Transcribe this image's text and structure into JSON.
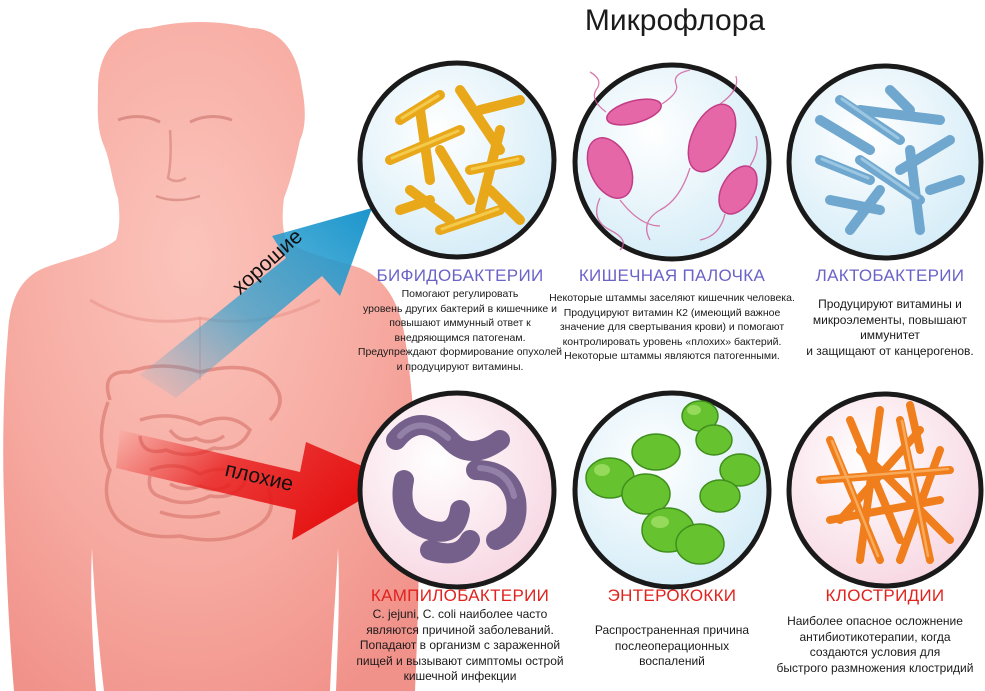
{
  "title": "Микрофлора",
  "arrows": {
    "good_label": "хорошие",
    "bad_label": "плохие",
    "good_color": "#2aa0d0",
    "bad_color": "#e81c1c"
  },
  "bacteria": [
    {
      "name": "БИФИДОБАКТЕРИИ",
      "kind": "good",
      "desc": [
        "Помогают регулировать",
        "уровень других бактерий в кишечнике и",
        "повышают иммунный ответ к",
        "внедряющимся патогенам.",
        "Предупреждают формирование опухолей",
        "и продуцируют витамины."
      ]
    },
    {
      "name": "КИШЕЧНАЯ ПАЛОЧКА",
      "kind": "good",
      "desc": [
        "Некоторые штаммы заселяют кишечник человека.",
        "Продуцируют витамин К2 (имеющий важное",
        "значение для свертывания крови) и помогают",
        "контролировать уровень «плохих» бактерий.",
        "Некоторые штаммы являются патогенными."
      ]
    },
    {
      "name": "ЛАКТОБАКТЕРИИ",
      "kind": "good",
      "desc": [
        "Продуцируют витамины и",
        "микроэлементы, повышают",
        "иммунитет",
        "и защищают от канцерогенов."
      ]
    },
    {
      "name": "КАМПИЛОБАКТЕРИИ",
      "kind": "bad",
      "desc": [
        "C. jejuni, C. coli наиболее часто",
        "являются причиной заболеваний.",
        "Попадают в организм с зараженной",
        "пищей и вызывают симптомы острой",
        "кишечной инфекции"
      ]
    },
    {
      "name": "ЭНТЕРОКОККИ",
      "kind": "bad",
      "desc": [
        "Распространенная причина",
        "послеоперационных",
        "воспалений"
      ]
    },
    {
      "name": "КЛОСТРИДИИ",
      "kind": "bad",
      "desc": [
        "Наиболее опасное осложнение",
        "антибиотикотерапии, когда",
        "создаются условия для",
        "быстрого размножения клостридий"
      ]
    }
  ],
  "colors": {
    "good_name": "#6a63c8",
    "bad_name": "#e0231e",
    "good_circle_fill": "#e4f4fb",
    "bad_circle_fill": "#fbe6ee",
    "body": "#f6a39a"
  }
}
